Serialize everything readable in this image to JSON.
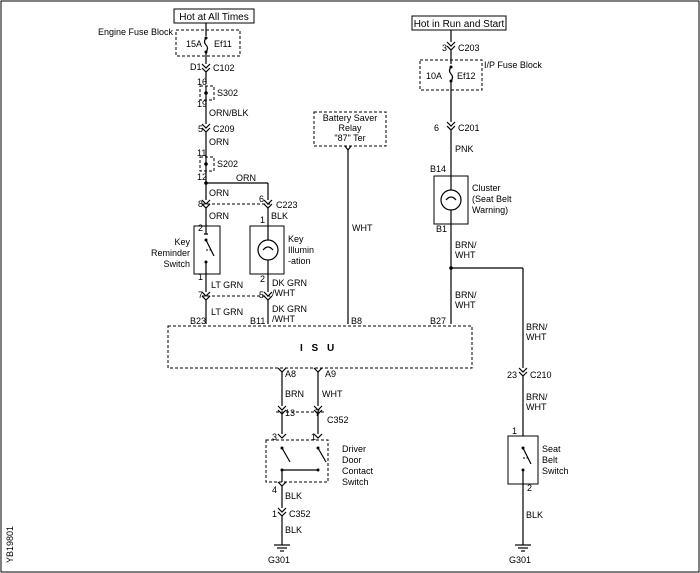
{
  "power": {
    "hot_all_times": "Hot at All Times",
    "hot_run_start": "Hot in Run and Start"
  },
  "fuses": {
    "engine_fuse_block": "Engine Fuse Block",
    "ef11_rating": "15A",
    "ef11": "Ef11",
    "ef12_rating": "10A",
    "ef12": "Ef12",
    "ip_fuse_block": "I/P Fuse Block"
  },
  "connectors": {
    "d1": "D1",
    "c102": "C102",
    "s302_top": "16",
    "s302": "S302",
    "s302_bot": "19",
    "c209_pin": "5",
    "c209": "C209",
    "s202_top": "11",
    "s202": "S202",
    "s202_bot": "12",
    "c223_pin6": "6",
    "c223": "C223",
    "c223_pin8": "8",
    "c203_pin": "3",
    "c203": "C203",
    "c201_pin": "6",
    "c201": "C201",
    "b14": "B14",
    "b1": "B1",
    "b23": "B23",
    "b11": "B11",
    "b8": "B8",
    "b27": "B27",
    "a8": "A8",
    "a9": "A9",
    "c352_pin13": "13",
    "c352_pin7": "7",
    "c352": "C352",
    "c352_pin1": "1",
    "c352b": "C352",
    "c210_pin": "23",
    "c210": "C210",
    "key_rem_pin2": "2",
    "key_rem_pin1": "1",
    "key_rem_pin7": "7",
    "key_ill_pin1": "1",
    "key_ill_pin2": "2",
    "key_ill_pin5": "5",
    "door_pin3": "3",
    "door_pin1": "1",
    "door_pin4": "4",
    "seat_pin1": "1",
    "seat_pin2": "2"
  },
  "wires": {
    "orn_blk": "ORN/BLK",
    "orn1": "ORN",
    "orn2": "ORN",
    "orn3": "ORN",
    "orn4": "ORN",
    "blk1": "BLK",
    "lt_grn1": "LT GRN",
    "lt_grn2": "LT GRN",
    "dk_grn_wht1a": "DK GRN",
    "dk_grn_wht1b": "/WHT",
    "dk_grn_wht2a": "DK GRN",
    "dk_grn_wht2b": "/WHT",
    "wht1": "WHT",
    "pnk": "PNK",
    "brn_wht1a": "BRN/",
    "brn_wht1b": "WHT",
    "brn_wht2a": "BRN/",
    "brn_wht2b": "WHT",
    "brn_wht3a": "BRN/",
    "brn_wht3b": "WHT",
    "brn_wht4a": "BRN/",
    "brn_wht4b": "WHT",
    "brn": "BRN",
    "wht2": "WHT",
    "blk2": "BLK",
    "blk3": "BLK",
    "blk4": "BLK"
  },
  "components": {
    "key_reminder_1": "Key",
    "key_reminder_2": "Reminder",
    "key_reminder_3": "Switch",
    "key_illum_1": "Key",
    "key_illum_2": "Illumin",
    "key_illum_3": "-ation",
    "battery_saver_1": "Battery Saver",
    "battery_saver_2": "Relay",
    "battery_saver_3": "\"87\" Ter",
    "cluster_1": "Cluster",
    "cluster_2": "(Seat Belt",
    "cluster_3": "Warning)",
    "isu": "I S U",
    "driver_door_1": "Driver",
    "driver_door_2": "Door",
    "driver_door_3": "Contact",
    "driver_door_4": "Switch",
    "seat_belt_1": "Seat",
    "seat_belt_2": "Belt",
    "seat_belt_3": "Switch"
  },
  "grounds": {
    "g301_left": "G301",
    "g301_right": "G301"
  },
  "page_id": "YB19801"
}
